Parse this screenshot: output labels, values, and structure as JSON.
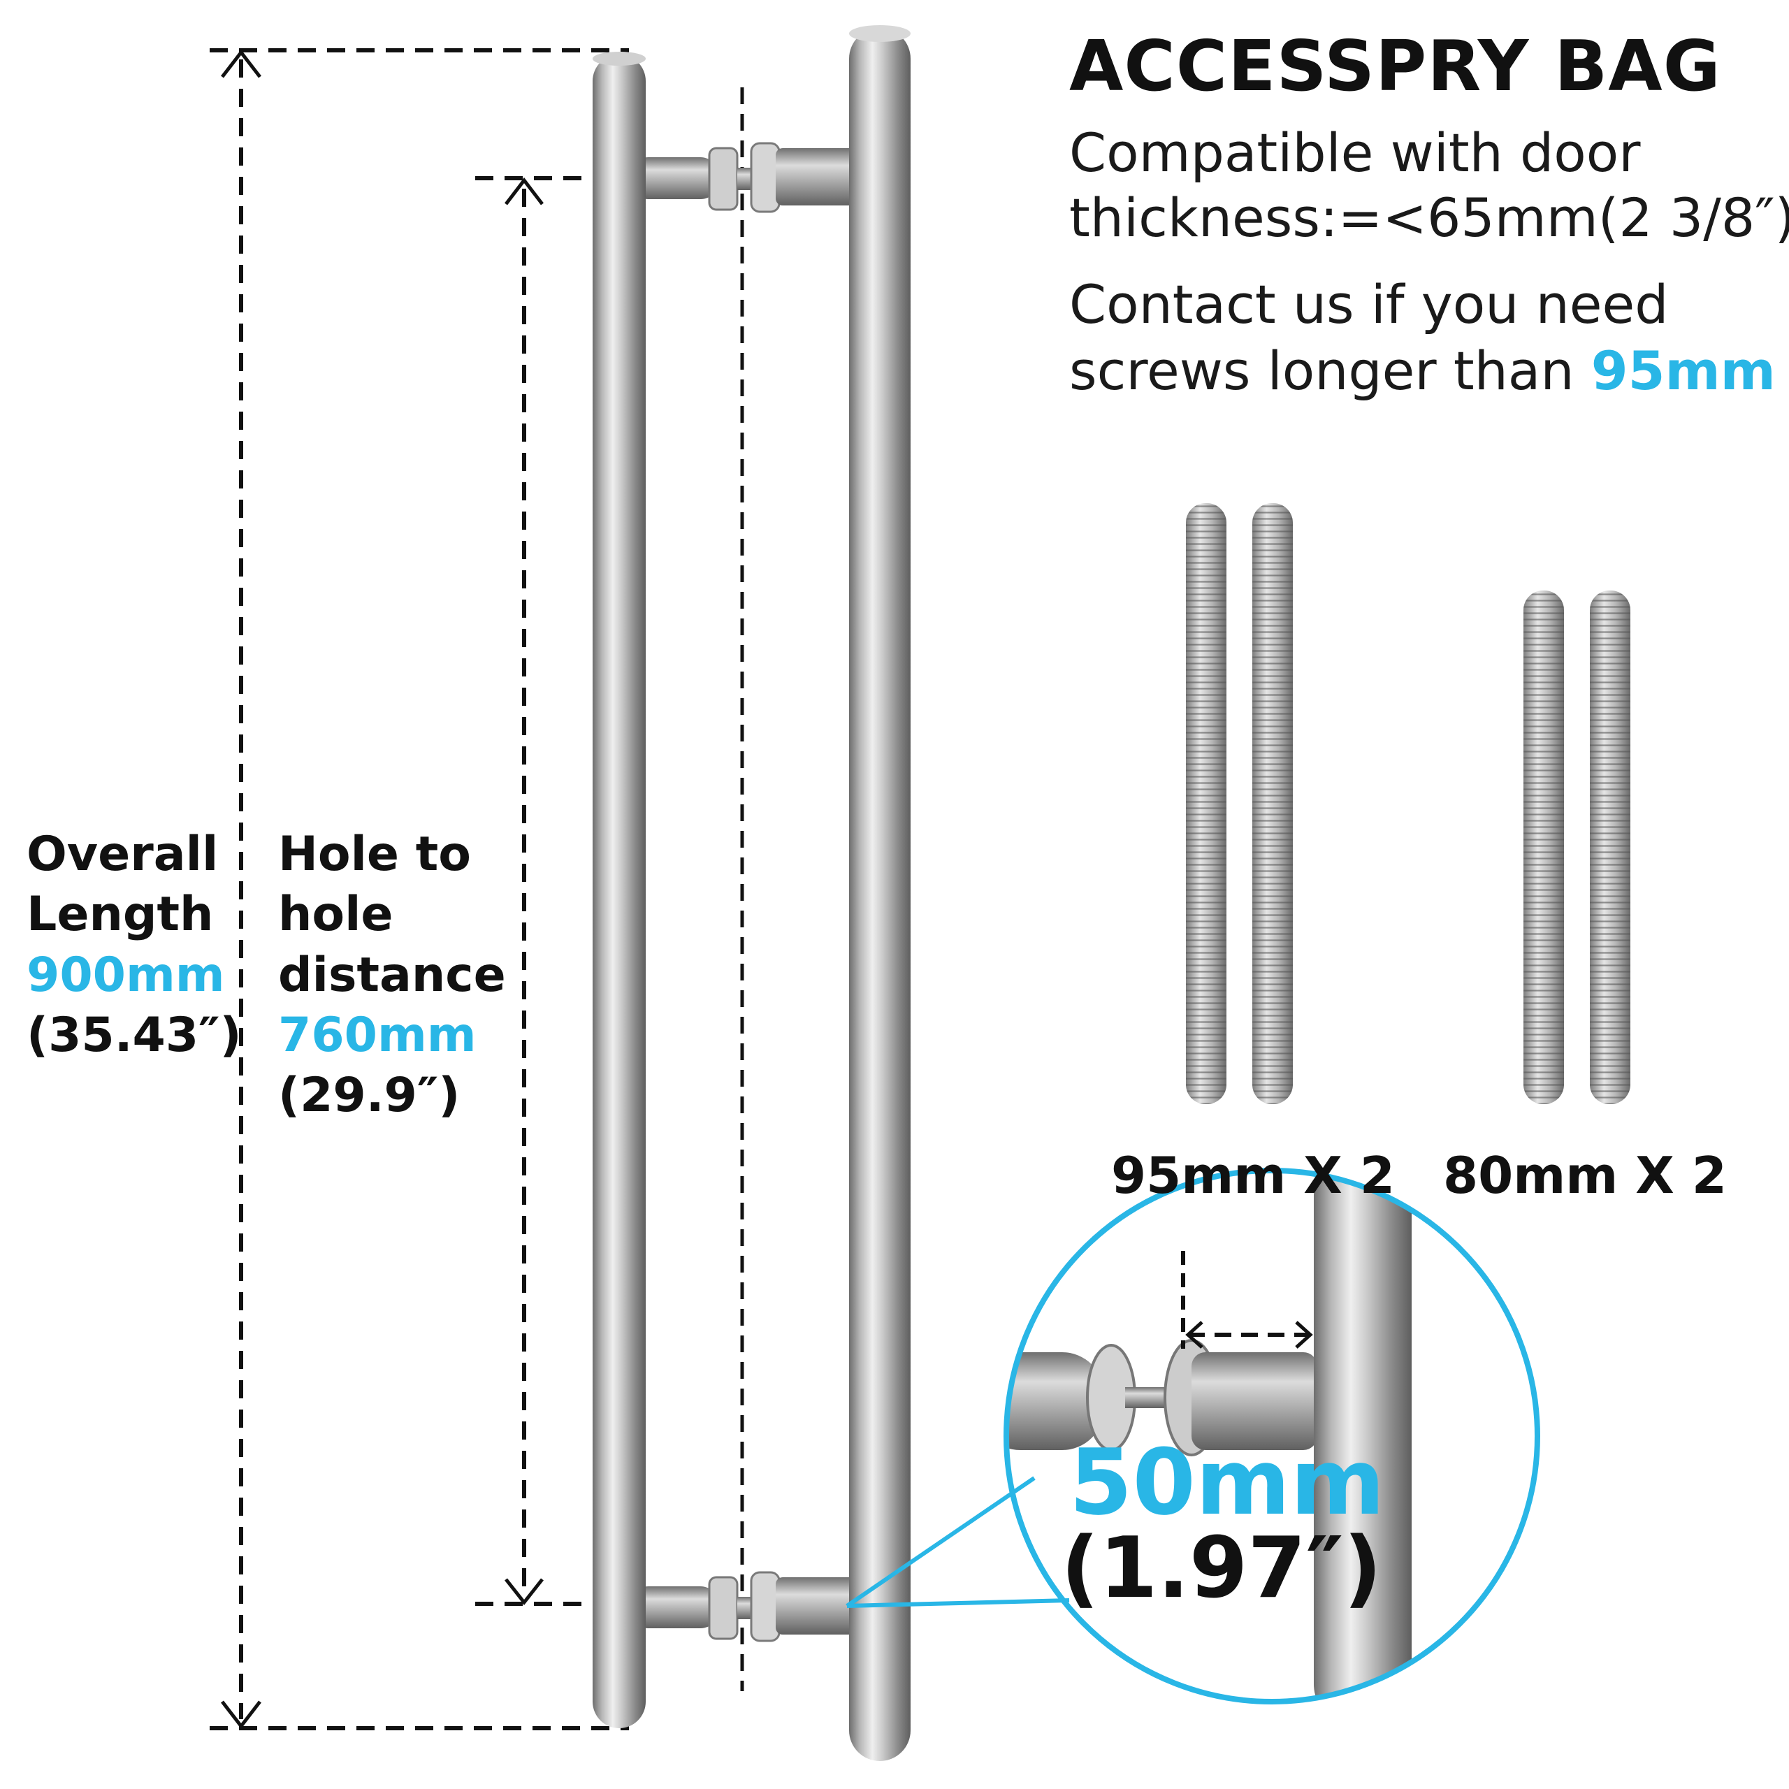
{
  "accessory": {
    "title": "ACCESSPRY BAG",
    "line1": "Compatible with door",
    "line2": "thickness:=<65mm(2 3/8″)",
    "line3": "Contact us if you need",
    "line4_prefix": "screws longer than ",
    "line4_accent": "95mm"
  },
  "screws": {
    "long_label": "95mm X 2",
    "short_label": "80mm X 2"
  },
  "dimensions": {
    "overall": {
      "line1": "Overall",
      "line2": "Length",
      "metric": "900mm",
      "imperial": "(35.43″)"
    },
    "hole": {
      "line1": "Hole to",
      "line2": "hole",
      "line3": "distance",
      "metric": "760mm",
      "imperial": "(29.9″)"
    }
  },
  "callout": {
    "metric": "50mm",
    "imperial": "(1.97″)"
  },
  "colors": {
    "accent": "#29b6e6",
    "text": "#111111",
    "steel_light": "#e4e4e4",
    "steel_dark": "#7a7a7a"
  }
}
